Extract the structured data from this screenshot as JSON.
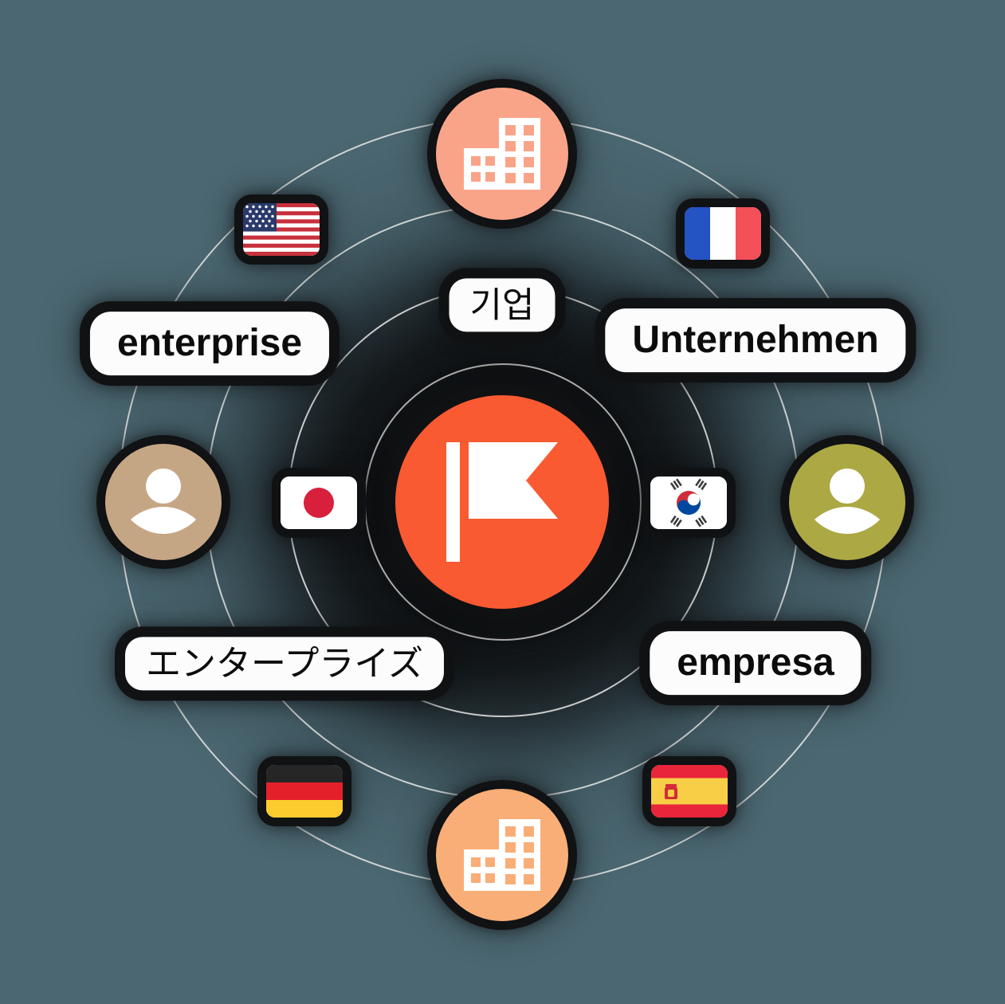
{
  "graphic": {
    "title": "enterprise translations network",
    "background_color": "#4B6771",
    "glow_color": "#101113",
    "center": {
      "name": "brand-flag-logo",
      "icon": "flag-icon",
      "color": "#FA5A32",
      "icon_color": "#FFFFFF"
    },
    "rings": [
      {
        "name": "orbit-ring-1"
      },
      {
        "name": "orbit-ring-2"
      },
      {
        "name": "orbit-ring-3"
      },
      {
        "name": "orbit-ring-4"
      }
    ],
    "words": [
      {
        "id": "enterprise",
        "label": "enterprise",
        "language": "English",
        "flag": "us-flag-icon"
      },
      {
        "id": "gieop",
        "label": "기업",
        "language": "Korean",
        "flag": "kr-flag-icon"
      },
      {
        "id": "unternehmen",
        "label": "Unternehmen",
        "language": "German",
        "flag": "de-flag-icon"
      },
      {
        "id": "enterpuraizu",
        "label": "エンタープライズ",
        "language": "Japanese",
        "flag": "jp-flag-icon"
      },
      {
        "id": "empresa",
        "label": "empresa",
        "language": "Spanish",
        "flag": "es-flag-icon"
      }
    ],
    "flags": [
      {
        "id": "us",
        "icon": "us-flag-icon",
        "country": "United States"
      },
      {
        "id": "fr",
        "icon": "fr-flag-icon",
        "country": "France"
      },
      {
        "id": "jp",
        "icon": "jp-flag-icon",
        "country": "Japan"
      },
      {
        "id": "kr",
        "icon": "kr-flag-icon",
        "country": "South Korea"
      },
      {
        "id": "de",
        "icon": "de-flag-icon",
        "country": "Germany"
      },
      {
        "id": "es",
        "icon": "es-flag-icon",
        "country": "Spain"
      }
    ],
    "nodes": [
      {
        "id": "building-top",
        "icon": "office-building-icon",
        "color": "#F9A489"
      },
      {
        "id": "building-bottom",
        "icon": "office-building-icon",
        "color": "#F8AE76"
      },
      {
        "id": "avatar-left",
        "icon": "person-avatar-icon",
        "color": "#C5A684"
      },
      {
        "id": "avatar-right",
        "icon": "person-avatar-icon",
        "color": "#ACA843"
      }
    ]
  }
}
